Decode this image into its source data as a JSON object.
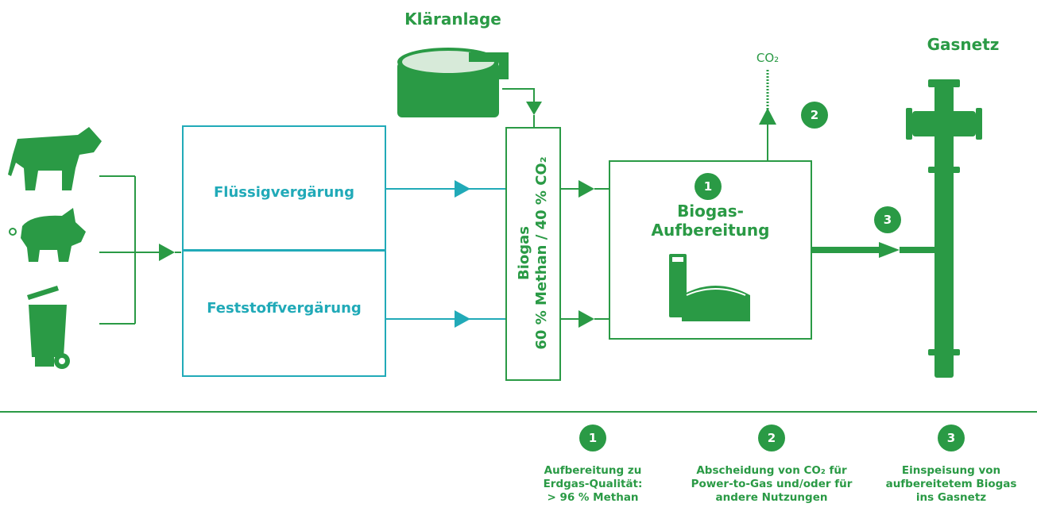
{
  "labels": {
    "klaeranlage": "Kläranlage",
    "gasnetz": "Gasnetz",
    "co2": "CO₂",
    "fluessig": "Flüssigvergärung",
    "feststoff": "Feststoffvergärung",
    "biogas_line1": "Biogas",
    "biogas_line2": "60 % Methan / 40 % CO₂",
    "aufbereitung": "Biogas-\nAufbereitung"
  },
  "markers": {
    "one": "1",
    "two": "2",
    "three": "3"
  },
  "legend": [
    {
      "num": "1",
      "text": "Aufbereitung zu\nErdgas-Qualität:\n> 96 % Methan"
    },
    {
      "num": "2",
      "text": "Abscheidung von CO₂ für\nPower-to-Gas und/oder für\nandere Nutzungen"
    },
    {
      "num": "3",
      "text": "Einspeisung von\naufbereitetem Biogas\nins Gasnetz"
    }
  ],
  "icons": {
    "sources": [
      "cow-icon",
      "pig-icon",
      "waste-bin-icon"
    ],
    "plant": "clarifier-tank-icon",
    "upgrade": "biogas-plant-icon",
    "pipe": "gas-pipe-icon"
  },
  "colors": {
    "green": "#2a9a45",
    "teal": "#21aab8"
  }
}
